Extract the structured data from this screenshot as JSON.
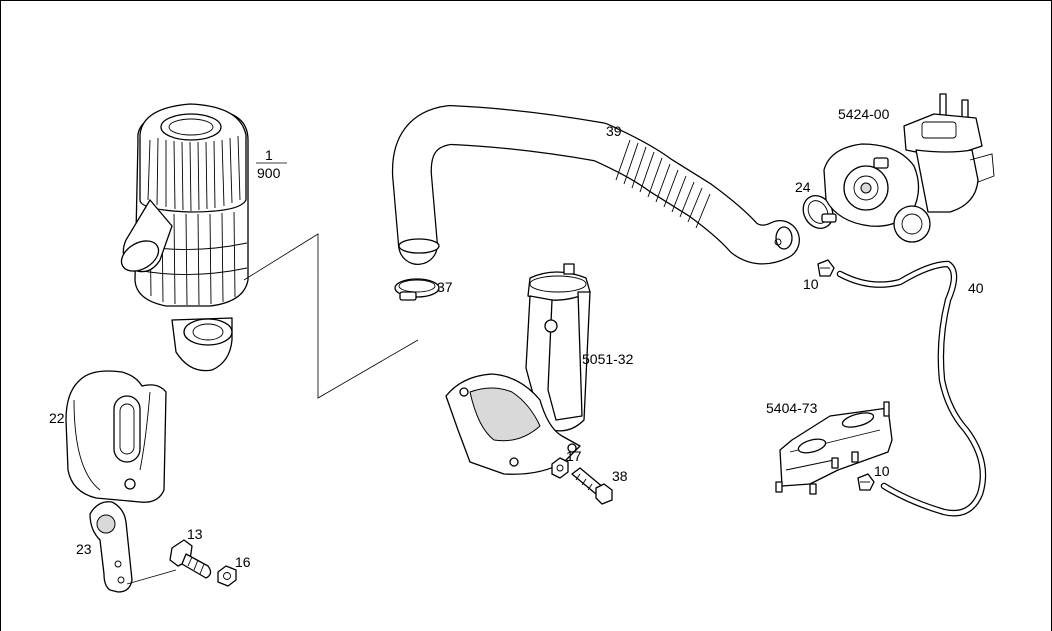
{
  "callouts": {
    "air_filter_top": "1",
    "air_filter_bottom": "900",
    "hose_39": "39",
    "clamp_37": "37",
    "turbo": "5424-00",
    "clamp_24": "24",
    "clip_10_top": "10",
    "pipe_40": "40",
    "bracket_assy": "5051-32",
    "manifold": "5404-73",
    "clip_10_bottom": "10",
    "cover_22": "22",
    "bracket_23": "23",
    "screw_13": "13",
    "nut_16": "16",
    "washer_17": "17",
    "bolt_38": "38"
  }
}
